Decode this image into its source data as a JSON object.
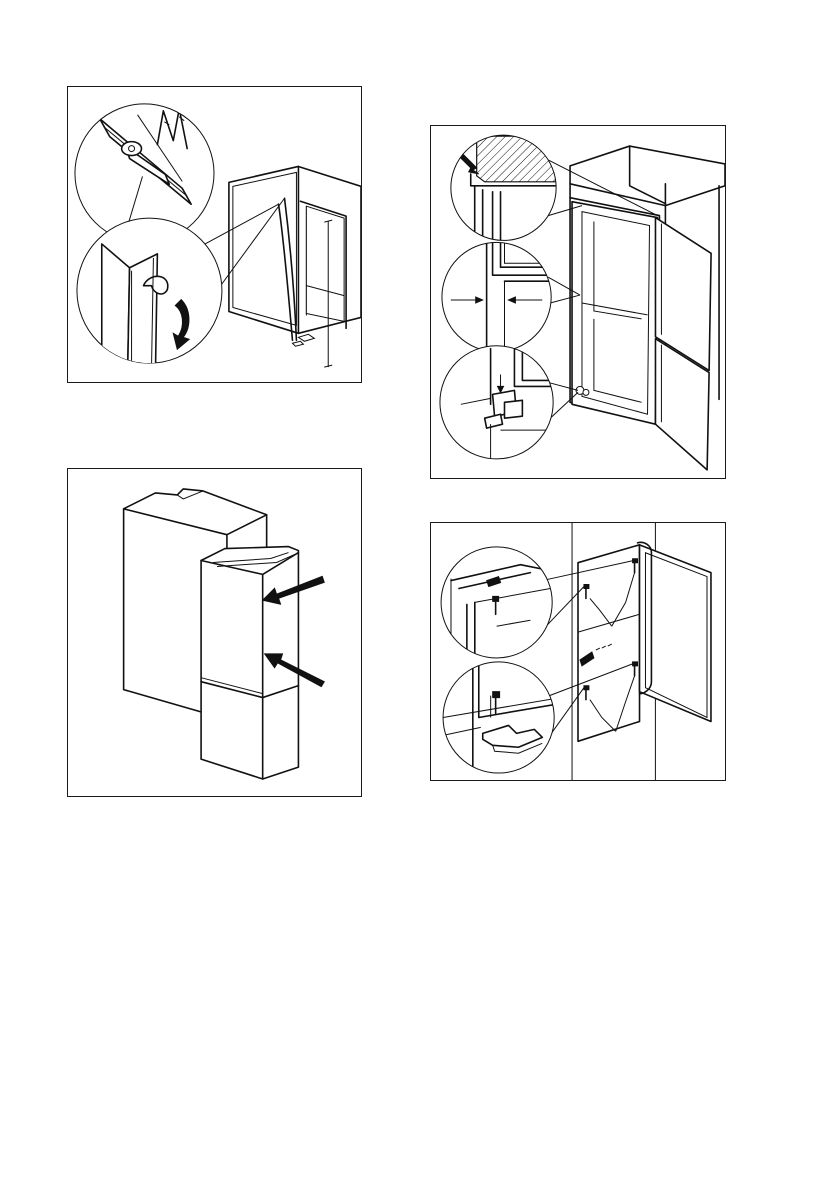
{
  "figures": [
    {
      "id": "p1",
      "icon": "trim-seal-strip-illustration"
    },
    {
      "id": "p2",
      "icon": "door-alignment-illustration"
    },
    {
      "id": "p3",
      "icon": "push-appliance-into-niche-illustration"
    },
    {
      "id": "p4",
      "icon": "fix-with-screws-illustration"
    }
  ],
  "colors": {
    "line": "#111111",
    "background": "#ffffff",
    "frame": "#1a1a1a"
  }
}
